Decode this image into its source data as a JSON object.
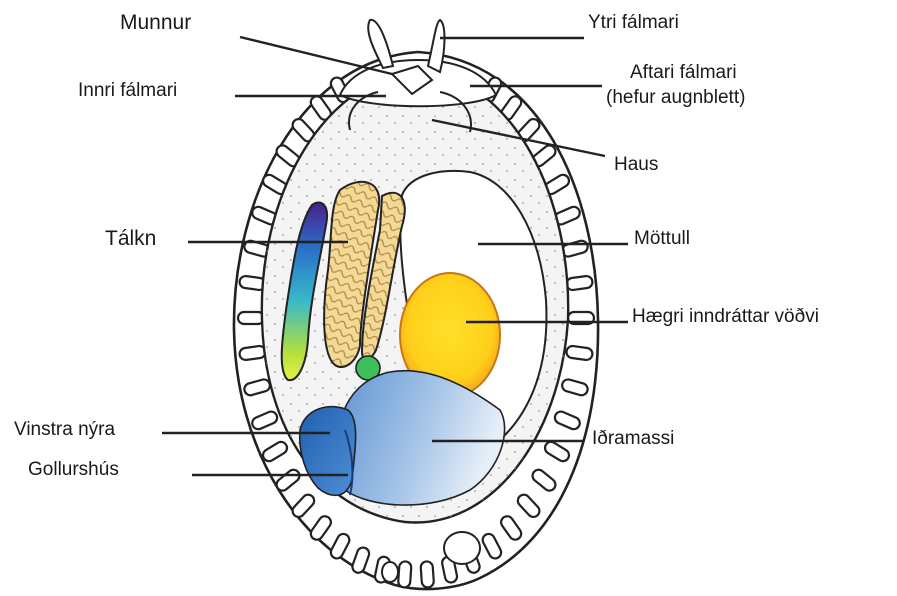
{
  "diagram": {
    "labels": {
      "munnur": "Munnur",
      "ytri_falmari": "Ytri fálmari",
      "innri_falmari": "Innri fálmari",
      "aftari_falmari_1": "Aftari fálmari",
      "aftari_falmari_2": "(hefur augnblett)",
      "haus": "Haus",
      "talkn": "Tálkn",
      "mottull": "Möttull",
      "haegri_vodvi": "Hægri inndráttar vöðvi",
      "vinstra_nyra": "Vinstra nýra",
      "iðramassi": "Iðramassi",
      "gollurshus": "Gollurshús"
    },
    "colors": {
      "outline": "#222222",
      "mantle_fill": "#f1f1f1",
      "gill_fill": "#f2d79a",
      "muscle_orange": "#f5a623",
      "muscle_yellow": "#ffd21a",
      "visceral_blue": "#8fb6e0",
      "kidney_blue": "#2b6fbf",
      "heart_green": "#3fbf5a",
      "heart_purple": "#5b2a8a"
    }
  }
}
